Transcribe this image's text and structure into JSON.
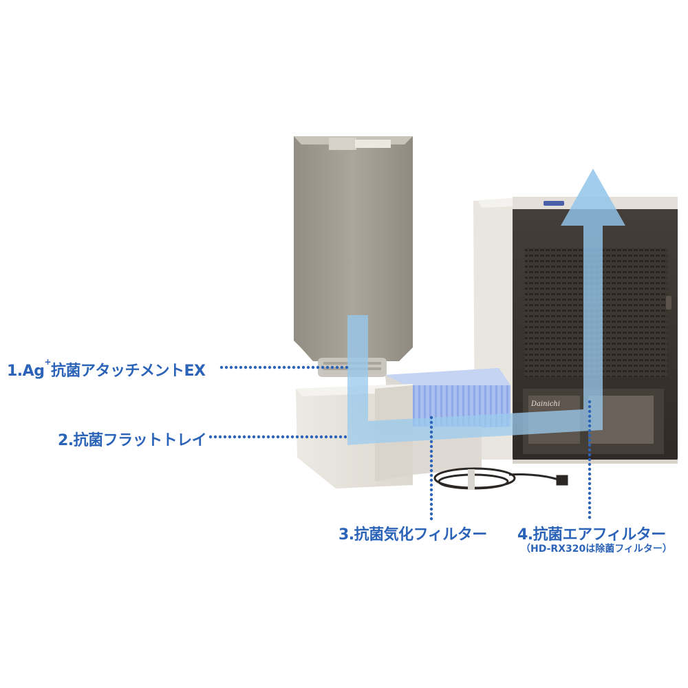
{
  "labels": {
    "item1": {
      "prefix": "1.Ag",
      "sup": "+",
      "suffix": "抗菌アタッチメントEX"
    },
    "item2": "2.抗菌フラットトレイ",
    "item3": "3.抗菌気化フィルター",
    "item4": "4.抗菌エアフィルター",
    "item4_note": "（HD-RX320は除菌フィルター）"
  },
  "colors": {
    "label_blue": "#2b63b8",
    "airflow": "#8ec3ea",
    "tank_body": "#9a9488",
    "unit_panel": "#3b3530",
    "unit_side": "#e7e3dc"
  },
  "unit_panel_label": "Dainichi"
}
